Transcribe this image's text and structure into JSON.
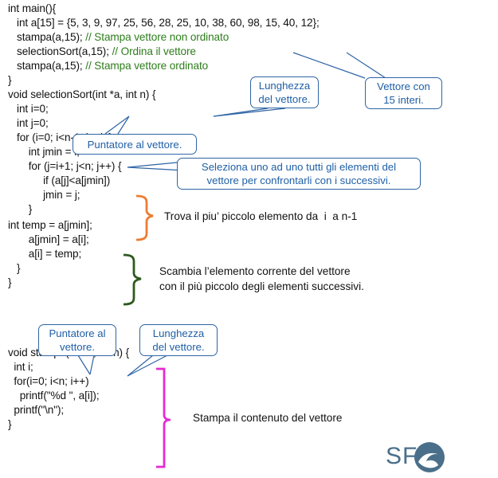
{
  "code": {
    "main": [
      {
        "text": "int main(){"
      },
      {
        "text": "   int a[15] = {5, 3, 9, 97, 25, 56, 28, 25, 10, 38, 60, 98, 15, 40, 12};"
      },
      {
        "text": "   stampa(a,15); ",
        "comment": "// Stampa vettore non ordinato"
      },
      {
        "text": "   selectionSort(a,15); ",
        "comment": "// Ordina il vettore"
      },
      {
        "text": "   stampa(a,15); ",
        "comment": "// Stampa vettore ordinato"
      },
      {
        "text": "}"
      }
    ],
    "selection_sort": [
      {
        "text": "void selectionSort(int *a, int n) {"
      },
      {
        "text": "   int i=0;"
      },
      {
        "text": "   int j=0;"
      },
      {
        "text": "   for (i=0; i<n-1; i++) {"
      },
      {
        "text": "       int jmin = i;"
      },
      {
        "text": "       for (j=i+1; j<n; j++) {"
      },
      {
        "text": "            if (a[j]<a[jmin])"
      },
      {
        "text": "            jmin = j;"
      },
      {
        "text": "       }"
      },
      {
        "text": "int temp = a[jmin];"
      },
      {
        "text": "       a[jmin] = a[i];"
      },
      {
        "text": "       a[i] = temp;"
      },
      {
        "text": "   }"
      },
      {
        "text": "}"
      }
    ],
    "stampa": [
      {
        "text": "void stampa(int *a, int n) {"
      },
      {
        "text": "  int i;"
      },
      {
        "text": "  for(i=0; i<n; i++)"
      },
      {
        "text": "    printf(\"%d \", a[i]);"
      },
      {
        "text": "  printf(\"\\n\");"
      },
      {
        "text": "}"
      }
    ]
  },
  "callouts": {
    "vettore_15": "Vettore con\n15 interi.",
    "lunghezza_1": "Lunghezza\ndel vettore.",
    "puntatore_1": "Puntatore al vettore.",
    "seleziona": "Seleziona uno ad uno tutti gli elementi del\nvettore per confrontarli con i successivi.",
    "puntatore_2": "Puntatore al\nvettore.",
    "lunghezza_2": "Lunghezza\ndel vettore."
  },
  "notes": {
    "trova": "Trova il piu’ piccolo elemento da  i  a n-1",
    "scambia": "Scambia l’elemento corrente del vettore\ncon il più piccolo degli elementi successivi.",
    "stampa": "Stampa il contenuto del vettore"
  },
  "logo": {
    "text": "SF"
  },
  "colors": {
    "callout_border": "#2f64a5",
    "callout_text": "#1f5fa6",
    "comment": "#2e7d1c",
    "brace_orange": "#ed7d31",
    "brace_green": "#2d5a1e",
    "brace_magenta": "#e62bd1",
    "logo": "#4a6f8a"
  }
}
